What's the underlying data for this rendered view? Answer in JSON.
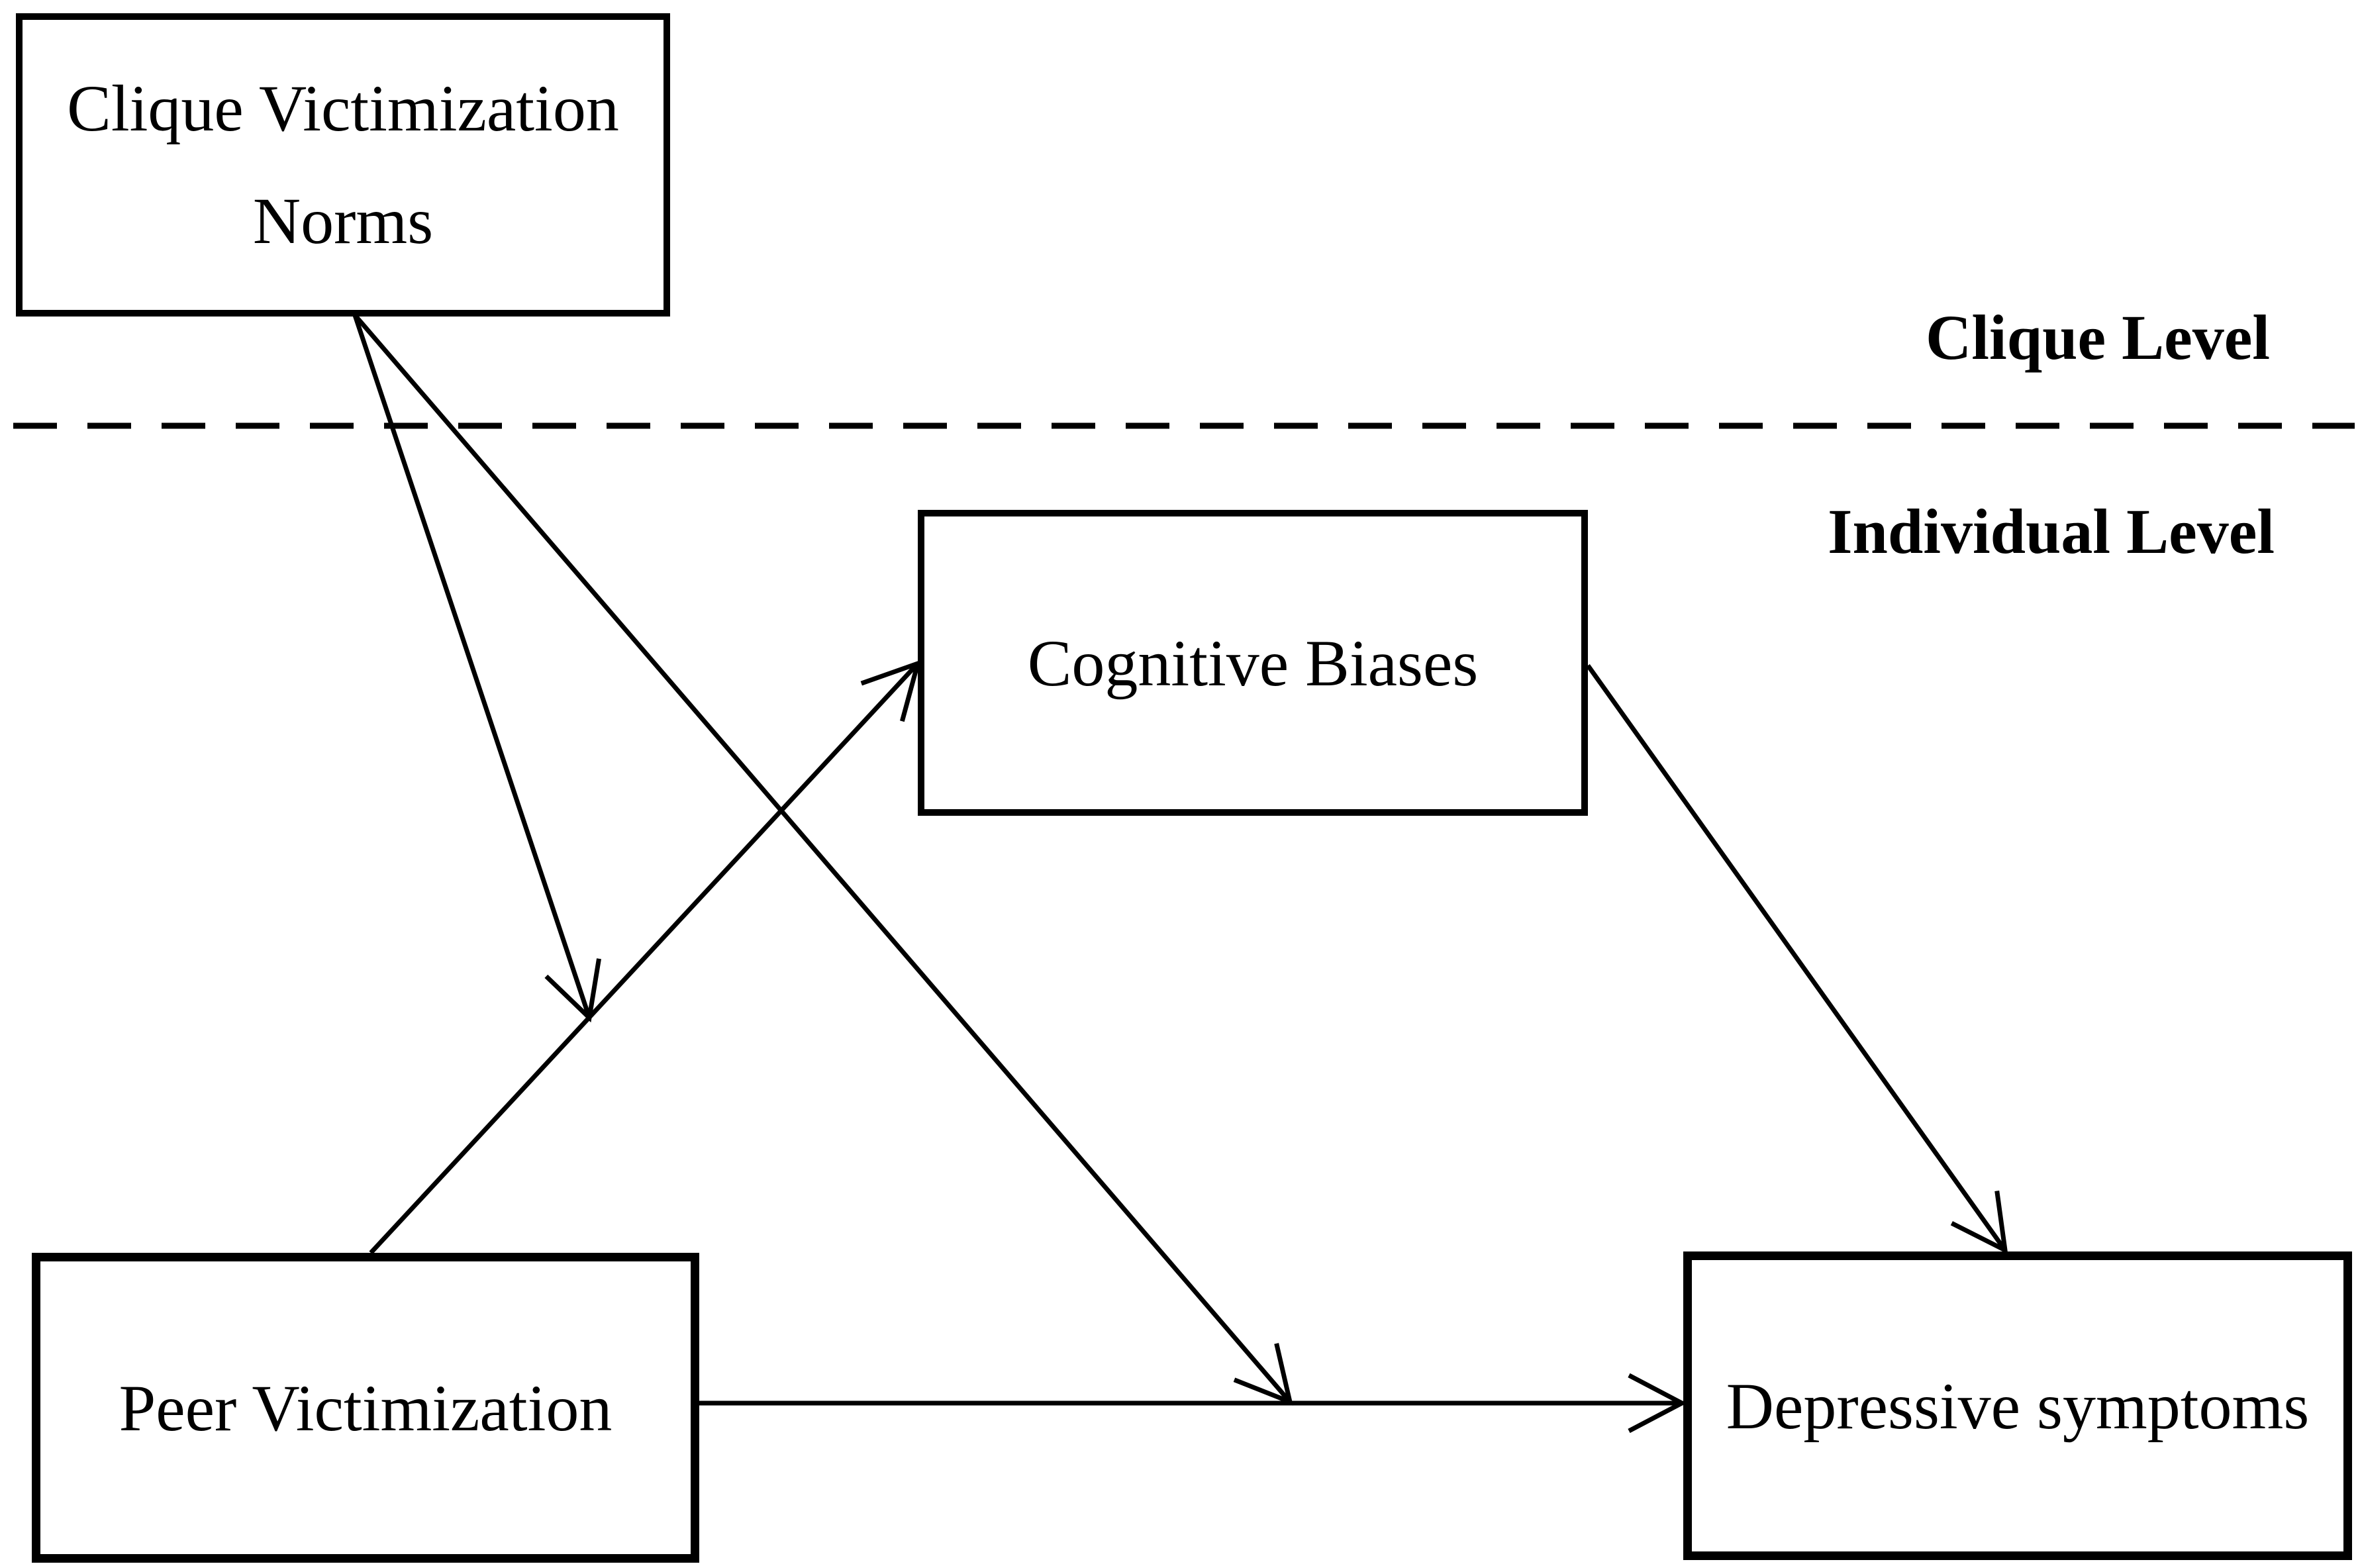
{
  "figure": {
    "colors": {
      "background": "#ffffff",
      "line": "#000000",
      "text": "#000000"
    },
    "boxes": {
      "clique_norms": {
        "label_lines": [
          "Clique Victimization",
          "Norms"
        ]
      },
      "cognitive": {
        "label": "Cognitive Biases"
      },
      "peer": {
        "label": "Peer Victimization"
      },
      "depressive": {
        "label": "Depressive symptoms"
      }
    },
    "level_labels": {
      "clique": "Clique Level",
      "individual": "Individual Level"
    },
    "separator": {
      "style": "dashed",
      "divides": [
        "Clique Level",
        "Individual Level"
      ]
    },
    "arrows": [
      {
        "from": "Peer Victimization",
        "to": "Cognitive Biases"
      },
      {
        "from": "Peer Victimization",
        "to": "Depressive symptoms"
      },
      {
        "from": "Cognitive Biases",
        "to": "Depressive symptoms"
      },
      {
        "from": "Clique Victimization Norms",
        "to": "path Peer Victimization to Cognitive Biases (moderation)"
      },
      {
        "from": "Clique Victimization Norms",
        "to": "path Peer Victimization to Depressive symptoms (moderation)"
      }
    ]
  }
}
